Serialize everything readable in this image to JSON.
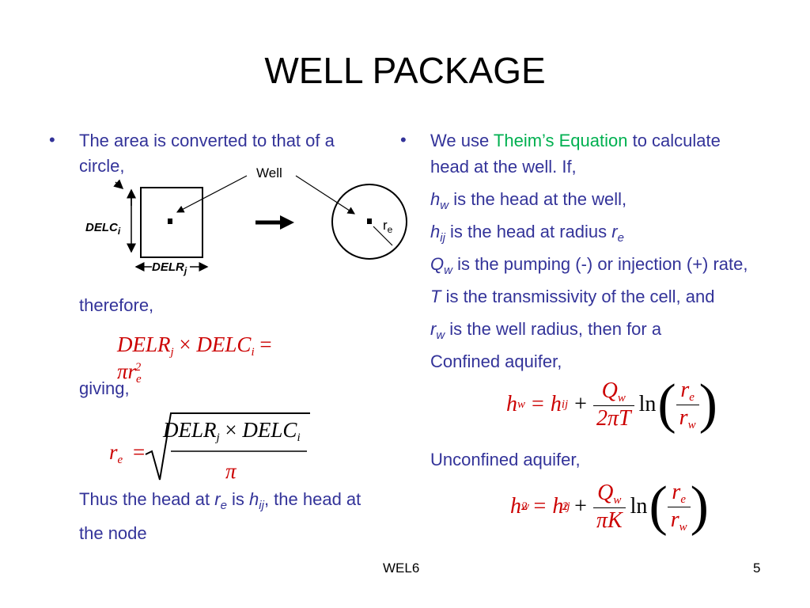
{
  "slide": {
    "title": "WELL PACKAGE",
    "footer_center": "WEL6",
    "page_number": "5"
  },
  "left": {
    "bullet": "•",
    "line1": "The area is converted to that of a",
    "line2": "circle,",
    "diagram": {
      "well_label": "Well",
      "delc_label": "DELC",
      "delc_sub": "i",
      "delr_label": "DELR",
      "delr_sub": "j",
      "re_label": "r",
      "re_sub": "e"
    },
    "therefore": "therefore,",
    "eq1": {
      "lhs1": "DELR",
      "sub_j": "j",
      "times": "×",
      "lhs2": "DELC",
      "sub_i": "i",
      "eq": "=",
      "pi": "π",
      "r": "r",
      "sub_e": "e",
      "sup": "2"
    },
    "giving": "giving,",
    "eq2": {
      "r": "r",
      "sub_e": "e",
      "eq": "=",
      "num1": "DELR",
      "sub_j": "j",
      "times": "×",
      "num2": "DELC",
      "sub_i": "i",
      "den": "π"
    },
    "thus_1": "Thus the head at ",
    "thus_r": "r",
    "thus_e": "e",
    "thus_is": " is ",
    "thus_h": "h",
    "thus_ij": "ij",
    "thus_2": ", the head at",
    "thus_3": "the node"
  },
  "right": {
    "bullet": "•",
    "we_use": "We use ",
    "theim": "Theim’s Equation",
    "to_calc": " to calculate",
    "head_at": "head at the well. If,",
    "defs": [
      {
        "sym": "h",
        "sub": "w",
        "text": " is the head at the well,"
      },
      {
        "sym": "h",
        "sub": "ij",
        "text": " is the head at radius "
      },
      {
        "sym": "Q",
        "sub": "w",
        "text": " is the pumping (-) or injection (+) rate,"
      },
      {
        "sym": "T",
        "sub": "",
        "text": " is the transmissivity of the cell, and"
      },
      {
        "sym": "r",
        "sub": "w",
        "text": " is the well radius, then for a"
      }
    ],
    "radius_sym": "r",
    "radius_sub": "e",
    "confined": "Confined aquifer,",
    "unconfined": "Unconfined aquifer,",
    "eq_conf": {
      "h": "h",
      "w": "w",
      "eq": "=",
      "hij": "h",
      "ij": "ij",
      "plus": "+",
      "Q": "Q",
      "Qw": "w",
      "den": "2πT",
      "ln": "ln",
      "re": "r",
      "e": "e",
      "rw": "r",
      "w2": "w"
    },
    "eq_unconf": {
      "h": "h",
      "w": "w",
      "sq": "2",
      "eq": "=",
      "hij": "h",
      "ij": "ij",
      "plus": "+",
      "Q": "Q",
      "Qw": "w",
      "den": "πK",
      "ln": "ln",
      "re": "r",
      "e": "e",
      "rw": "r",
      "w2": "w"
    }
  }
}
